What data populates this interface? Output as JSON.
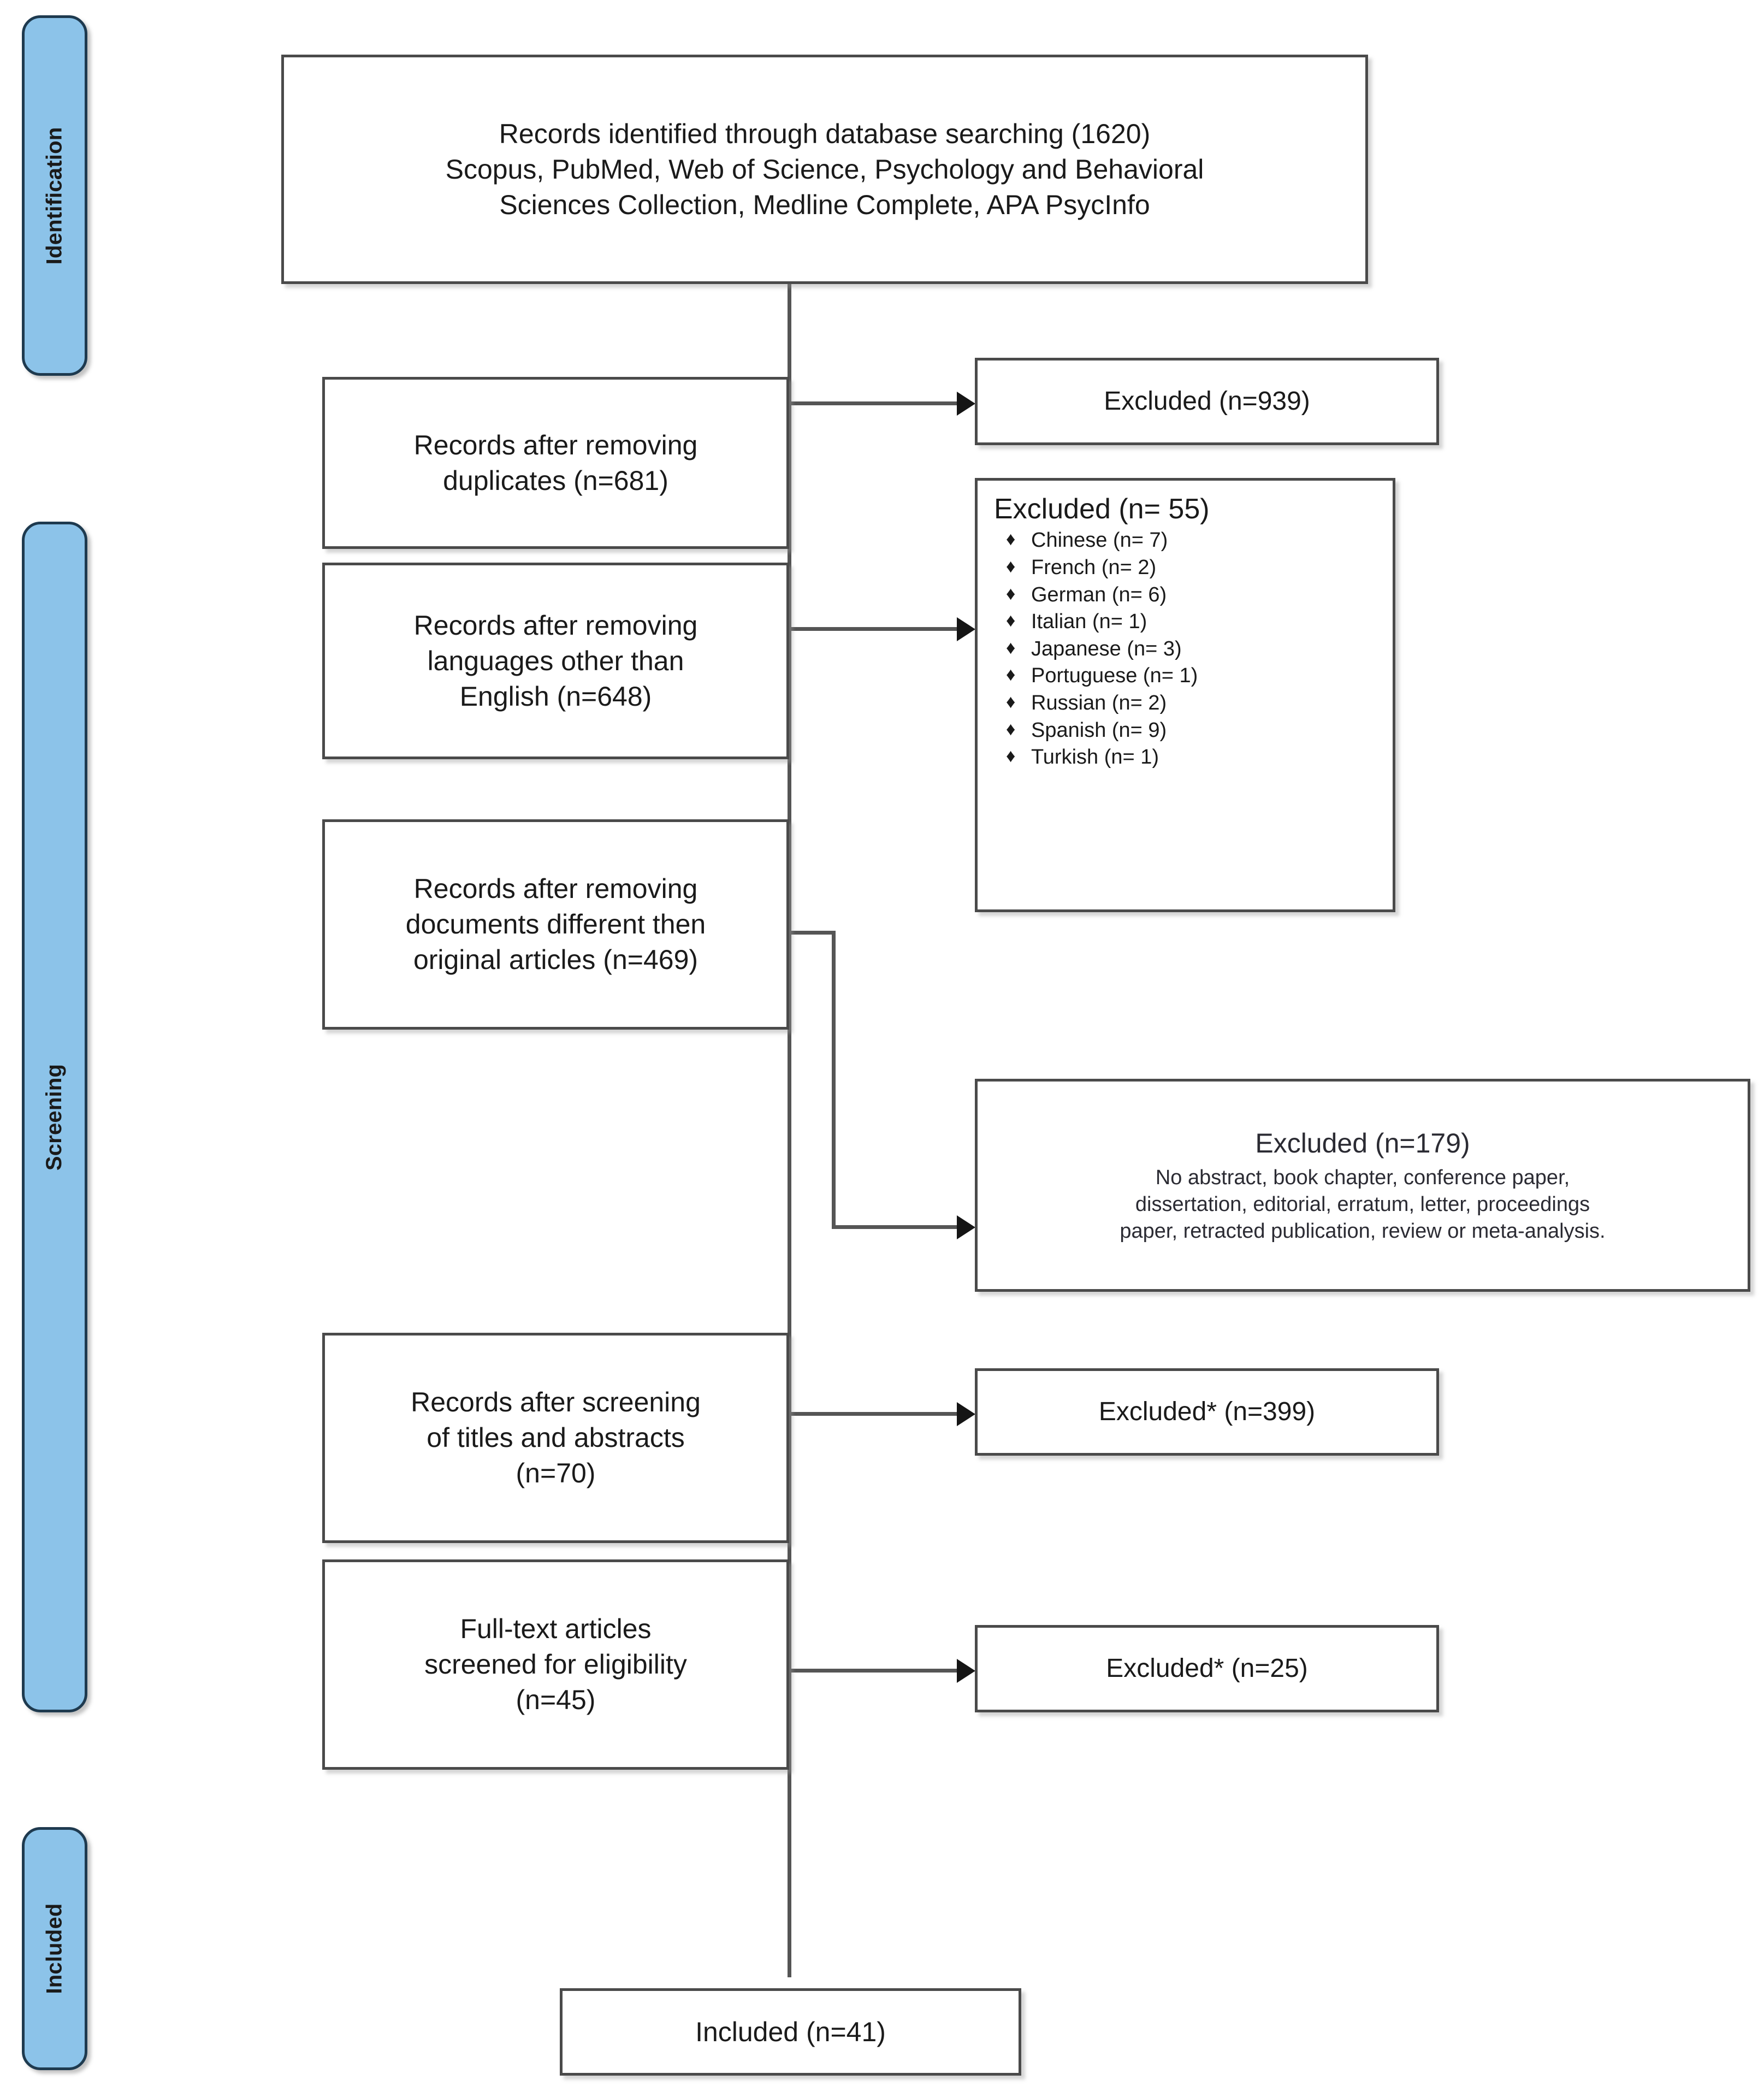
{
  "diagram": {
    "title": "PRISMA flow diagram",
    "accent_blue": "#8CC3E9",
    "bar_border": "#1E3A4F",
    "box_border": "#4a4a4a"
  },
  "phases": [
    {
      "id": "identification",
      "label": "Identification"
    },
    {
      "id": "screening",
      "label": "Screening"
    },
    {
      "id": "included",
      "label": "Included"
    }
  ],
  "boxes": {
    "identified": "Records identified through database searching (1620)\nScopus, PubMed, Web of Science, Psychology and Behavioral\nSciences Collection, Medline Complete, APA PsycInfo",
    "after_duplicates": "Records after removing\nduplicates (n=681)",
    "after_languages": "Records after removing\nlanguages other than\nEnglish (n=648)",
    "after_documents": "Records after removing\ndocuments different then\noriginal articles (n=469)",
    "after_screening": "Records after screening\nof titles and abstracts\n(n=70)",
    "full_text": "Full-text articles\nscreened for eligibility\n(n=45)",
    "included": "Included (n=41)"
  },
  "excluded": {
    "duplicates": "Excluded (n=939)",
    "titles_abstracts": "Excluded* (n=399)",
    "full_text": "Excluded* (n=25)",
    "languages": {
      "heading": "Excluded (n= 55)",
      "bullet_glyph": "♦",
      "items": [
        "Chinese (n= 7)",
        "French (n= 2)",
        "German (n= 6)",
        "Italian (n= 1)",
        "Japanese (n= 3)",
        "Portuguese (n= 1)",
        "Russian (n= 2)",
        "Spanish (n= 9)",
        "Turkish (n= 1)"
      ]
    },
    "documents": {
      "heading": "Excluded (n=179)",
      "body": "No abstract, book chapter, conference paper,\ndissertation, editorial, erratum, letter, proceedings\npaper, retracted publication, review or meta-analysis."
    }
  },
  "chart_data": {
    "type": "flowchart",
    "title": "PRISMA flow diagram",
    "nodes": [
      {
        "id": "identified",
        "stage": "Identification",
        "label": "Records identified through database searching",
        "n": 1620
      },
      {
        "id": "after_duplicates",
        "stage": "Screening",
        "label": "Records after removing duplicates",
        "n": 681
      },
      {
        "id": "after_languages",
        "stage": "Screening",
        "label": "Records after removing languages other than English",
        "n": 648
      },
      {
        "id": "after_documents",
        "stage": "Screening",
        "label": "Records after removing documents different then original articles",
        "n": 469
      },
      {
        "id": "after_screening",
        "stage": "Screening",
        "label": "Records after screening of titles and abstracts",
        "n": 70
      },
      {
        "id": "full_text",
        "stage": "Screening",
        "label": "Full-text articles screened for eligibility",
        "n": 45
      },
      {
        "id": "included",
        "stage": "Included",
        "label": "Included",
        "n": 41
      }
    ],
    "exclusions": [
      {
        "from": "after_duplicates",
        "label": "Excluded",
        "n": 939
      },
      {
        "from": "after_languages",
        "label": "Excluded",
        "n": 55,
        "breakdown": [
          {
            "reason": "Chinese",
            "n": 7
          },
          {
            "reason": "French",
            "n": 2
          },
          {
            "reason": "German",
            "n": 6
          },
          {
            "reason": "Italian",
            "n": 1
          },
          {
            "reason": "Japanese",
            "n": 3
          },
          {
            "reason": "Portuguese",
            "n": 1
          },
          {
            "reason": "Russian",
            "n": 2
          },
          {
            "reason": "Spanish",
            "n": 9
          },
          {
            "reason": "Turkish",
            "n": 1
          }
        ]
      },
      {
        "from": "after_documents",
        "label": "Excluded",
        "n": 179,
        "reasons": "No abstract, book chapter, conference paper, dissertation, editorial, erratum, letter, proceedings paper, retracted publication, review or meta-analysis."
      },
      {
        "from": "after_screening",
        "label": "Excluded*",
        "n": 399
      },
      {
        "from": "full_text",
        "label": "Excluded*",
        "n": 25
      }
    ],
    "databases": [
      "Scopus",
      "PubMed",
      "Web of Science",
      "Psychology and Behavioral Sciences Collection",
      "Medline Complete",
      "APA PsycInfo"
    ]
  }
}
